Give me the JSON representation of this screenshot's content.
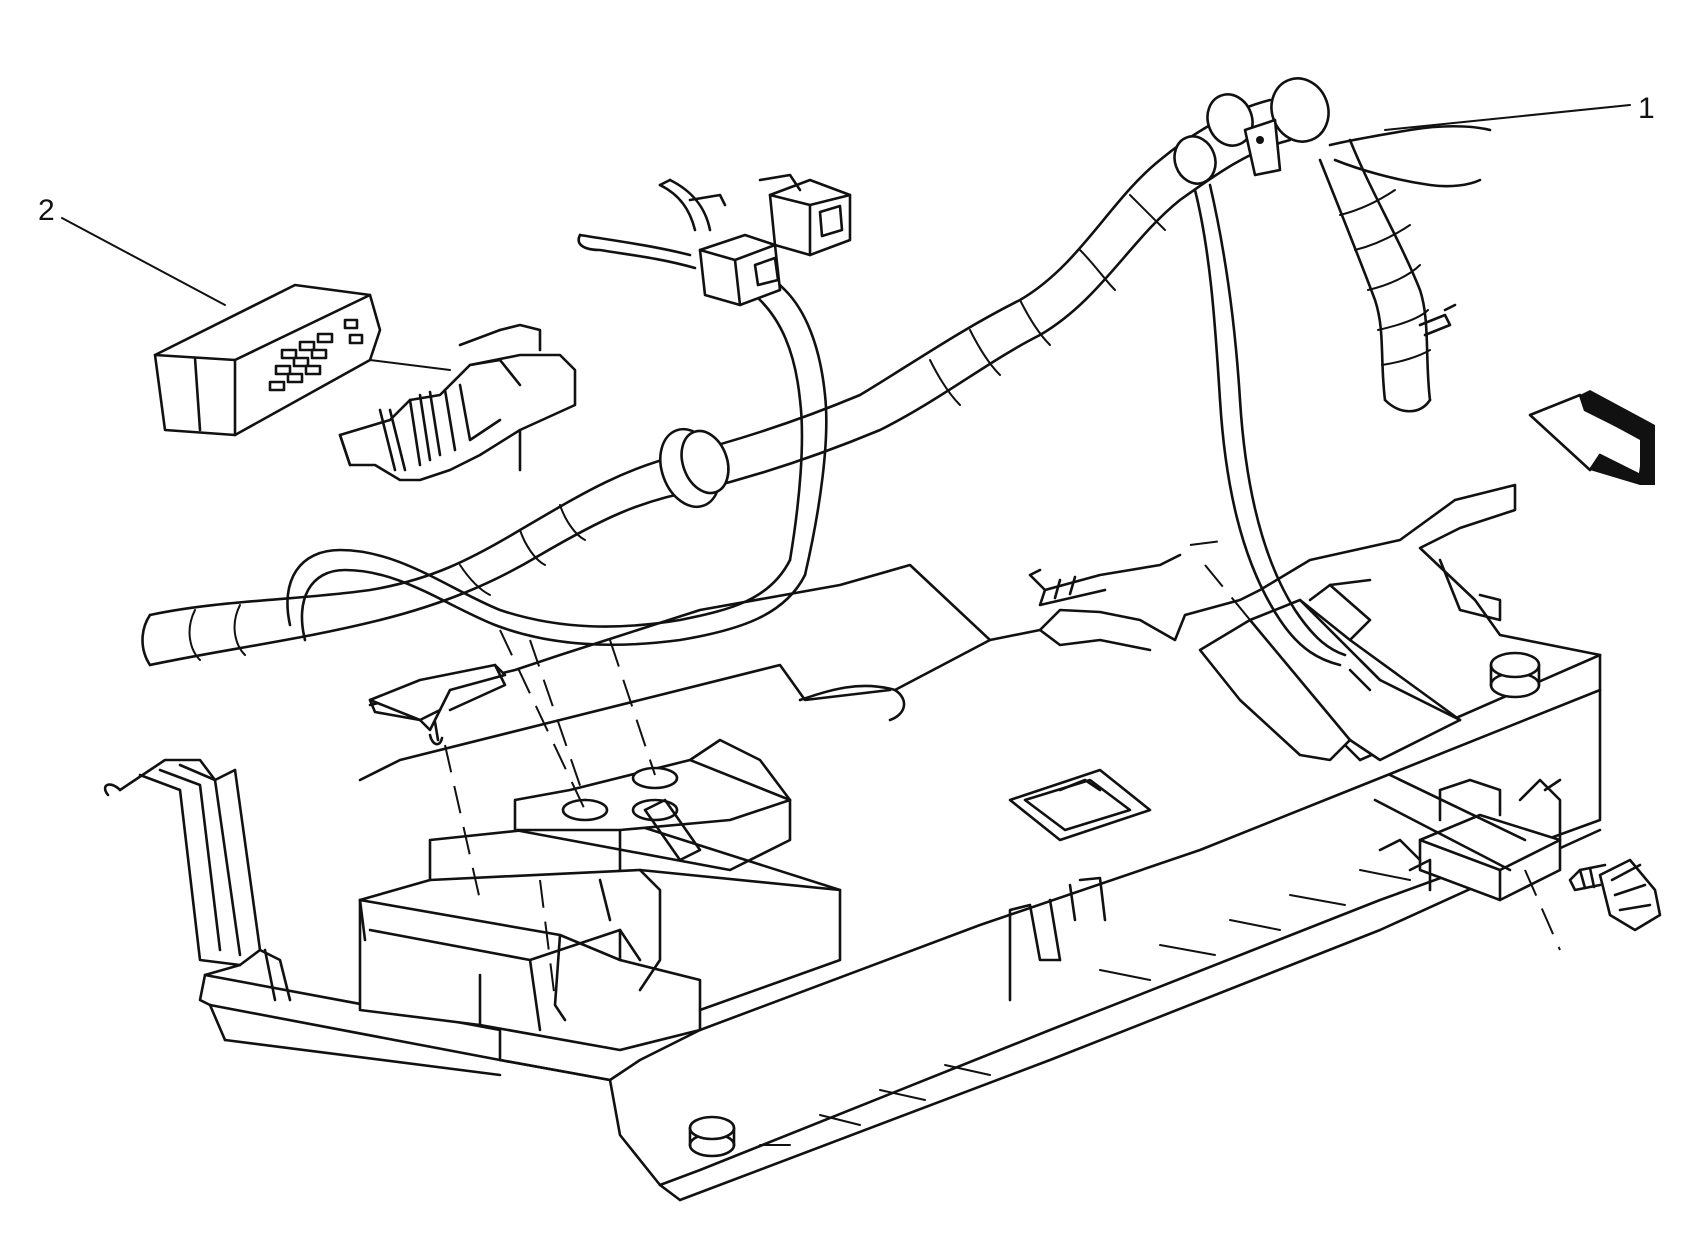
{
  "callouts": [
    {
      "id": "1",
      "label": "1"
    },
    {
      "id": "2",
      "label": "2"
    }
  ],
  "icons": {
    "view_arrow": "view-direction-arrow-icon",
    "bolt": "bolt-icon"
  }
}
